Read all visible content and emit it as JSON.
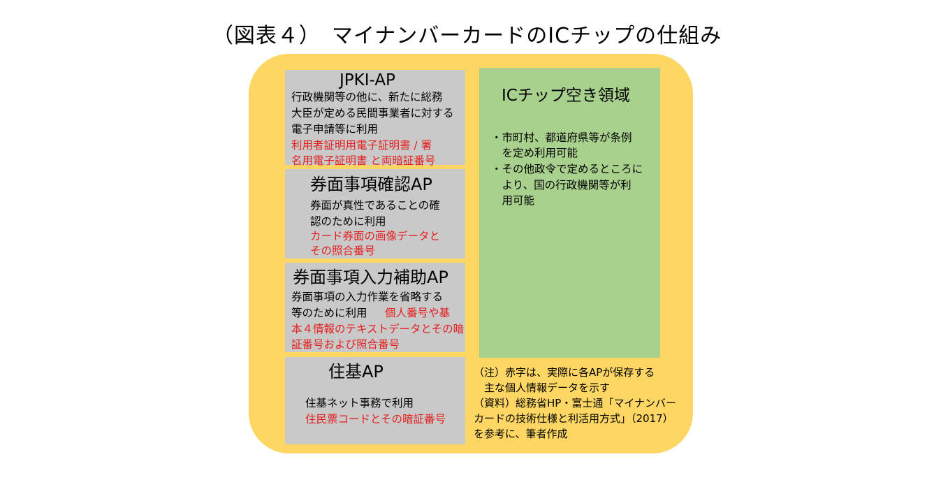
{
  "title": "（図表４）　マイナンバーカードのICチップの仕組み",
  "jpki": {
    "heading": "JPKI-AP",
    "lines": [
      "行政機関等の他に、新たに総務",
      "大臣が定める民間事業者に対する",
      "電子申請等に利用"
    ],
    "red_lines": [
      "利用者証明用電子証明書 / 署",
      "名用電子証明書 と両暗証番号"
    ]
  },
  "kenmen_kakunin": {
    "heading": "券面事項確認AP",
    "lines": [
      "券面が真性であることの確",
      "認のために利用"
    ],
    "red_lines": [
      "カード券面の画像データと",
      "その照合番号"
    ]
  },
  "kenmen_nyuryoku": {
    "heading": "券面事項入力補助AP",
    "lines": [
      "券面事項の入力作業を省略する",
      "等のために利用"
    ],
    "red_inline": "個人番号や基",
    "red_lines": [
      "本４情報のテキストデータとその暗",
      "証番号および照合番号"
    ]
  },
  "juki": {
    "heading": "住基AP",
    "lines": [
      "住基ネット事務で利用"
    ],
    "red_lines": [
      "住民票コードとその暗証番号"
    ]
  },
  "ic_free": {
    "heading": "ICチップ空き領域",
    "lines": [
      "・市町村、都道府県等が条例",
      "　を定め利用可能",
      "・その他政令で定めるところに",
      "　より、国の行政機関等が利",
      "　用可能"
    ]
  },
  "notes": {
    "lines": [
      "（注）赤字は、実際に各APが保存する",
      "　主な個人情報データを示す",
      "（資料）総務省HP・富士通「マイナンバー",
      "カードの技術仕様と利活用方式」（2017）",
      "を参考に、筆者作成"
    ]
  },
  "colors": {
    "card": "#fdd663",
    "box": "#c9c9c9",
    "green": "#a9d18e",
    "red": "#e41f1f"
  }
}
